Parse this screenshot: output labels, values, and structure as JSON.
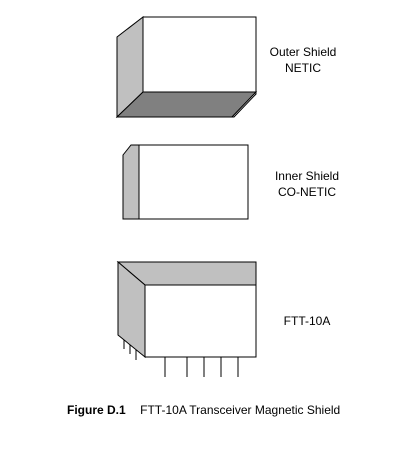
{
  "components": [
    {
      "id": "outer",
      "label_line1": "Outer Shield",
      "label_line2": "NETIC"
    },
    {
      "id": "inner",
      "label_line1": "Inner Shield",
      "label_line2": "CO-NETIC"
    },
    {
      "id": "ftt",
      "label_line1": "FTT-10A"
    }
  ],
  "caption": {
    "number": "Figure D.1",
    "text": "FTT-10A Transceiver Magnetic Shield"
  },
  "colors": {
    "face": "#ffffff",
    "side": "#c0c0c0",
    "bottom": "#808080",
    "stroke": "#000000"
  }
}
